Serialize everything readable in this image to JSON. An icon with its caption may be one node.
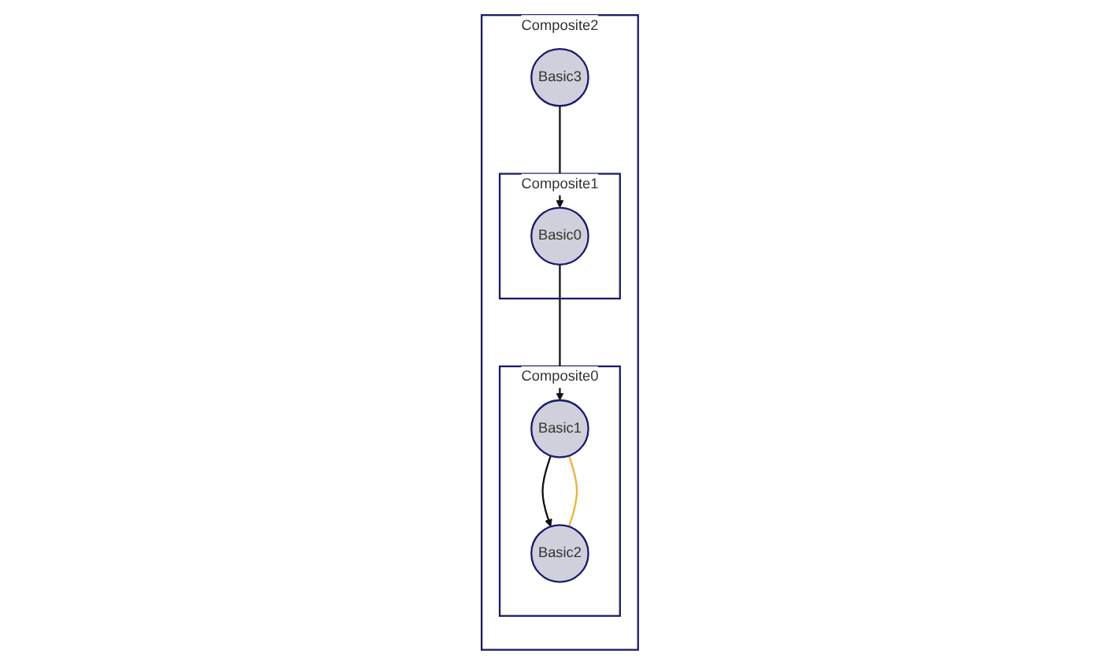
{
  "diagram": {
    "nodes": [
      {
        "text": [
          "Composite2"
        ]
      },
      {
        "text": [
          "Basic3"
        ],
        "in": 0
      },
      {
        "text": [
          "Composite0"
        ],
        "in": 0
      },
      {
        "text": [
          "Composite1"
        ],
        "in": 0
      },
      {
        "text": [
          "Basic2"
        ],
        "in": 2
      },
      {
        "text": [
          "Basic0"
        ],
        "in": 3
      },
      {
        "text": [
          "Basic1"
        ],
        "in": 2
      }
    ],
    "edges": [
      {
        "from": 1,
        "to": 5,
        "arrow": "to"
      },
      {
        "from": 5,
        "to": 6,
        "arrow": "to"
      },
      {
        "from": 6,
        "to": 4,
        "arrow": "to"
      },
      {
        "from": 6,
        "to": 4,
        "arrow": "none",
        "color": "#f0b030"
      }
    ]
  }
}
